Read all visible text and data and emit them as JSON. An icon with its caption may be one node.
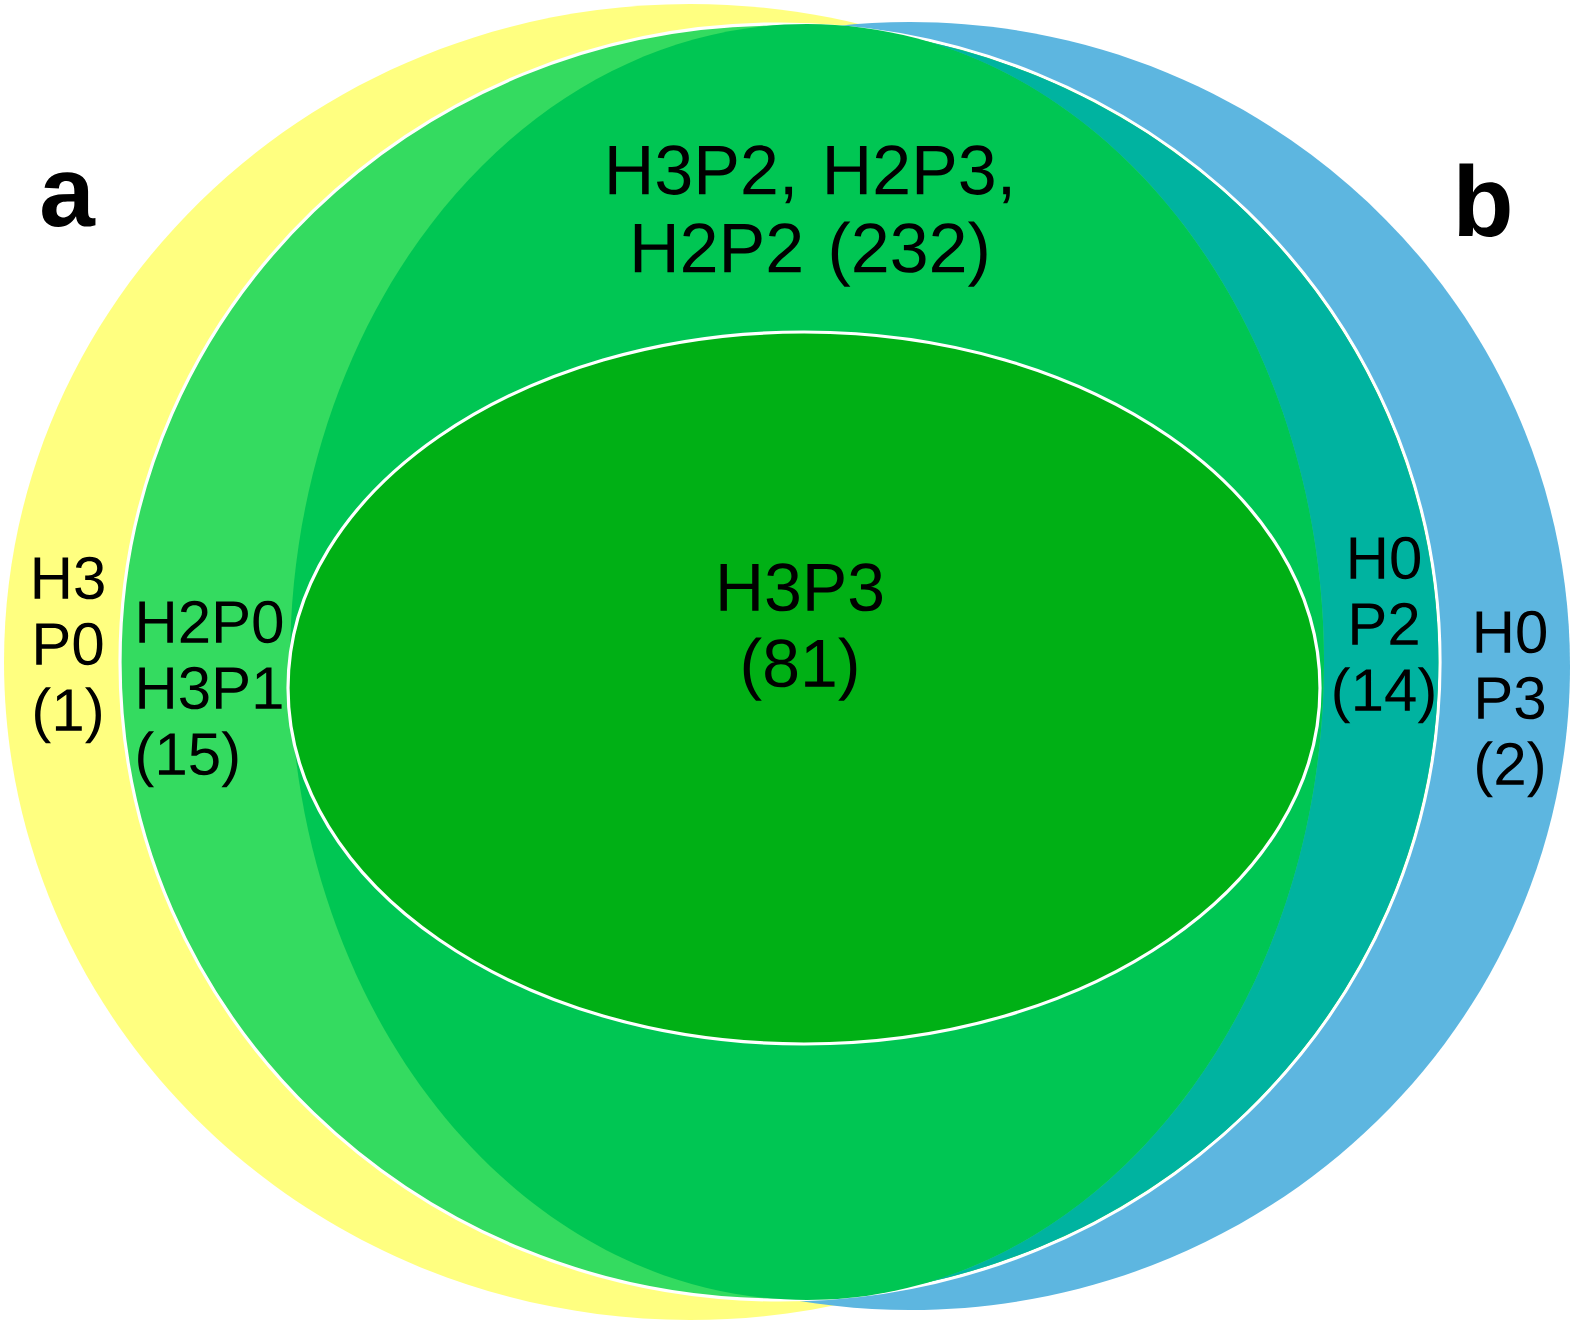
{
  "diagram": {
    "nodes": [
      {
        "text": [
          "a",
          "H3 P0 (1)"
        ]
      },
      {
        "text": [
          "b",
          "H0 P3 (2)"
        ]
      },
      {
        "text": [
          "H2P0 H3P1 (15)"
        ]
      },
      {
        "text": [
          "H3P2, H2P3, H2P2 (232)"
        ],
        "in": 2
      },
      {
        "text": [
          "H3P3 (81)"
        ],
        "in": 3
      },
      {
        "text": [
          "H0 P2 (14)"
        ],
        "in": 2
      }
    ]
  }
}
